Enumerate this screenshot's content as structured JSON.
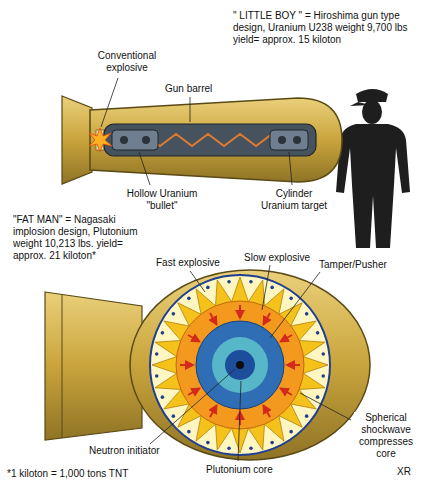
{
  "diagram": {
    "labels": [
      "\" LITTLE BOY \" = Hiroshima gun type design, Uranium U238 weight 9,700 lbs yield= approx. 15 kiloton",
      "Conventional explosive",
      "Gun barrel",
      "Hollow Uranium \"bullet\"",
      "Cylinder Uranium target",
      "\"FAT MAN\" = Nagasaki implosion design, Plutonium weight 10,213 lbs. yield= approx. 21 kiloton*",
      "Fast explosive",
      "Slow explosive",
      "Tamper/Pusher",
      "Neutron initiator",
      "Plutonium core",
      "Spherical shockwave compresses core",
      "*1 kiloton = 1,000 tons TNT",
      "XR"
    ]
  }
}
